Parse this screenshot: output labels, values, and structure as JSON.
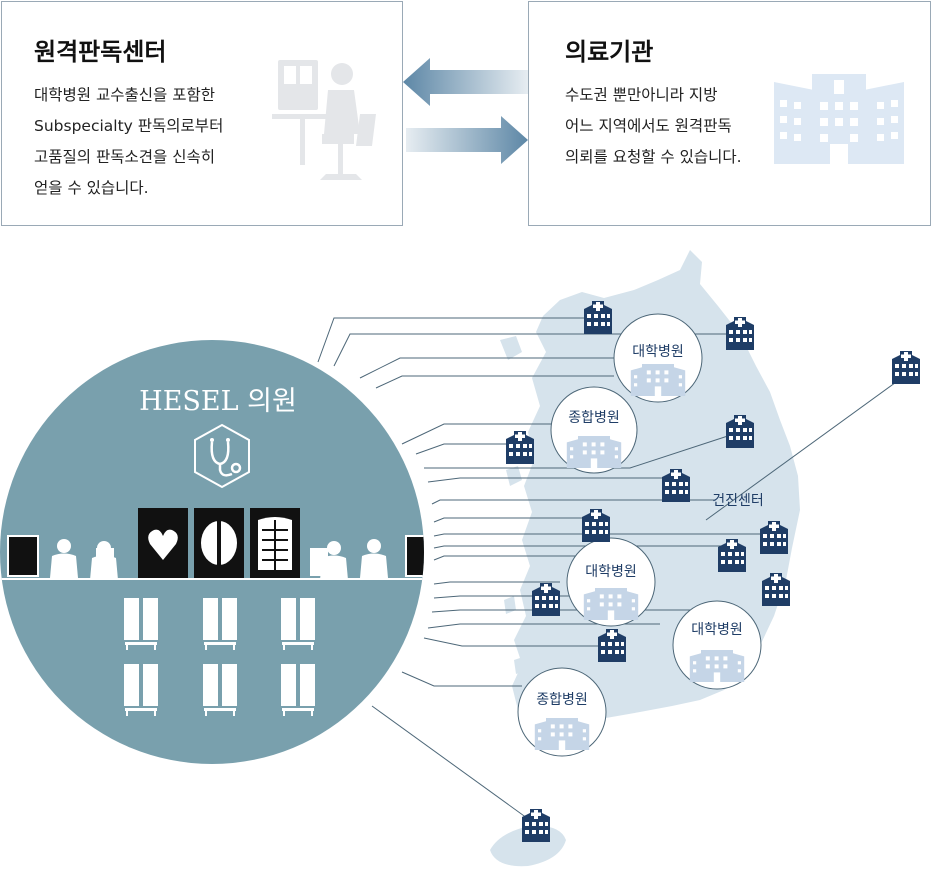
{
  "left_panel": {
    "title": "원격판독센터",
    "lines": [
      "대학병원 교수출신을 포함한",
      "Subspecialty 판독의로부터",
      "고품질의 판독소견을 신속히",
      "얻을 수 있습니다."
    ],
    "illustration_icon": "radiologist-at-desk-icon"
  },
  "right_panel": {
    "title": "의료기관",
    "lines": [
      "수도권 뿐만아니라 지방",
      "어느 지역에서도 원격판독",
      "의뢰를 요청할 수 있습니다."
    ],
    "illustration_icon": "hospital-building-icon"
  },
  "arrows": {
    "icons": [
      "arrow-left-icon",
      "arrow-right-icon"
    ],
    "color": "#5d87a6"
  },
  "clinic": {
    "name": "HESEL 의원",
    "emblem_icon": "stethoscope-icon",
    "color": "#79a0ad",
    "monitor_icons": [
      "heart-scan-icon",
      "brain-scan-icon",
      "chest-xray-icon"
    ]
  },
  "map": {
    "region_icon": "korea-map-icon",
    "color": "#d6e3ec",
    "hospitals": [
      {
        "label": "대학병원"
      },
      {
        "label": "종합병원"
      },
      {
        "label": "대학병원"
      },
      {
        "label": "대학병원"
      },
      {
        "label": "종합병원"
      }
    ],
    "checkup_center": "건진센터",
    "marker_icon": "hospital-marker-icon",
    "marker_color": "#1f3d66"
  }
}
